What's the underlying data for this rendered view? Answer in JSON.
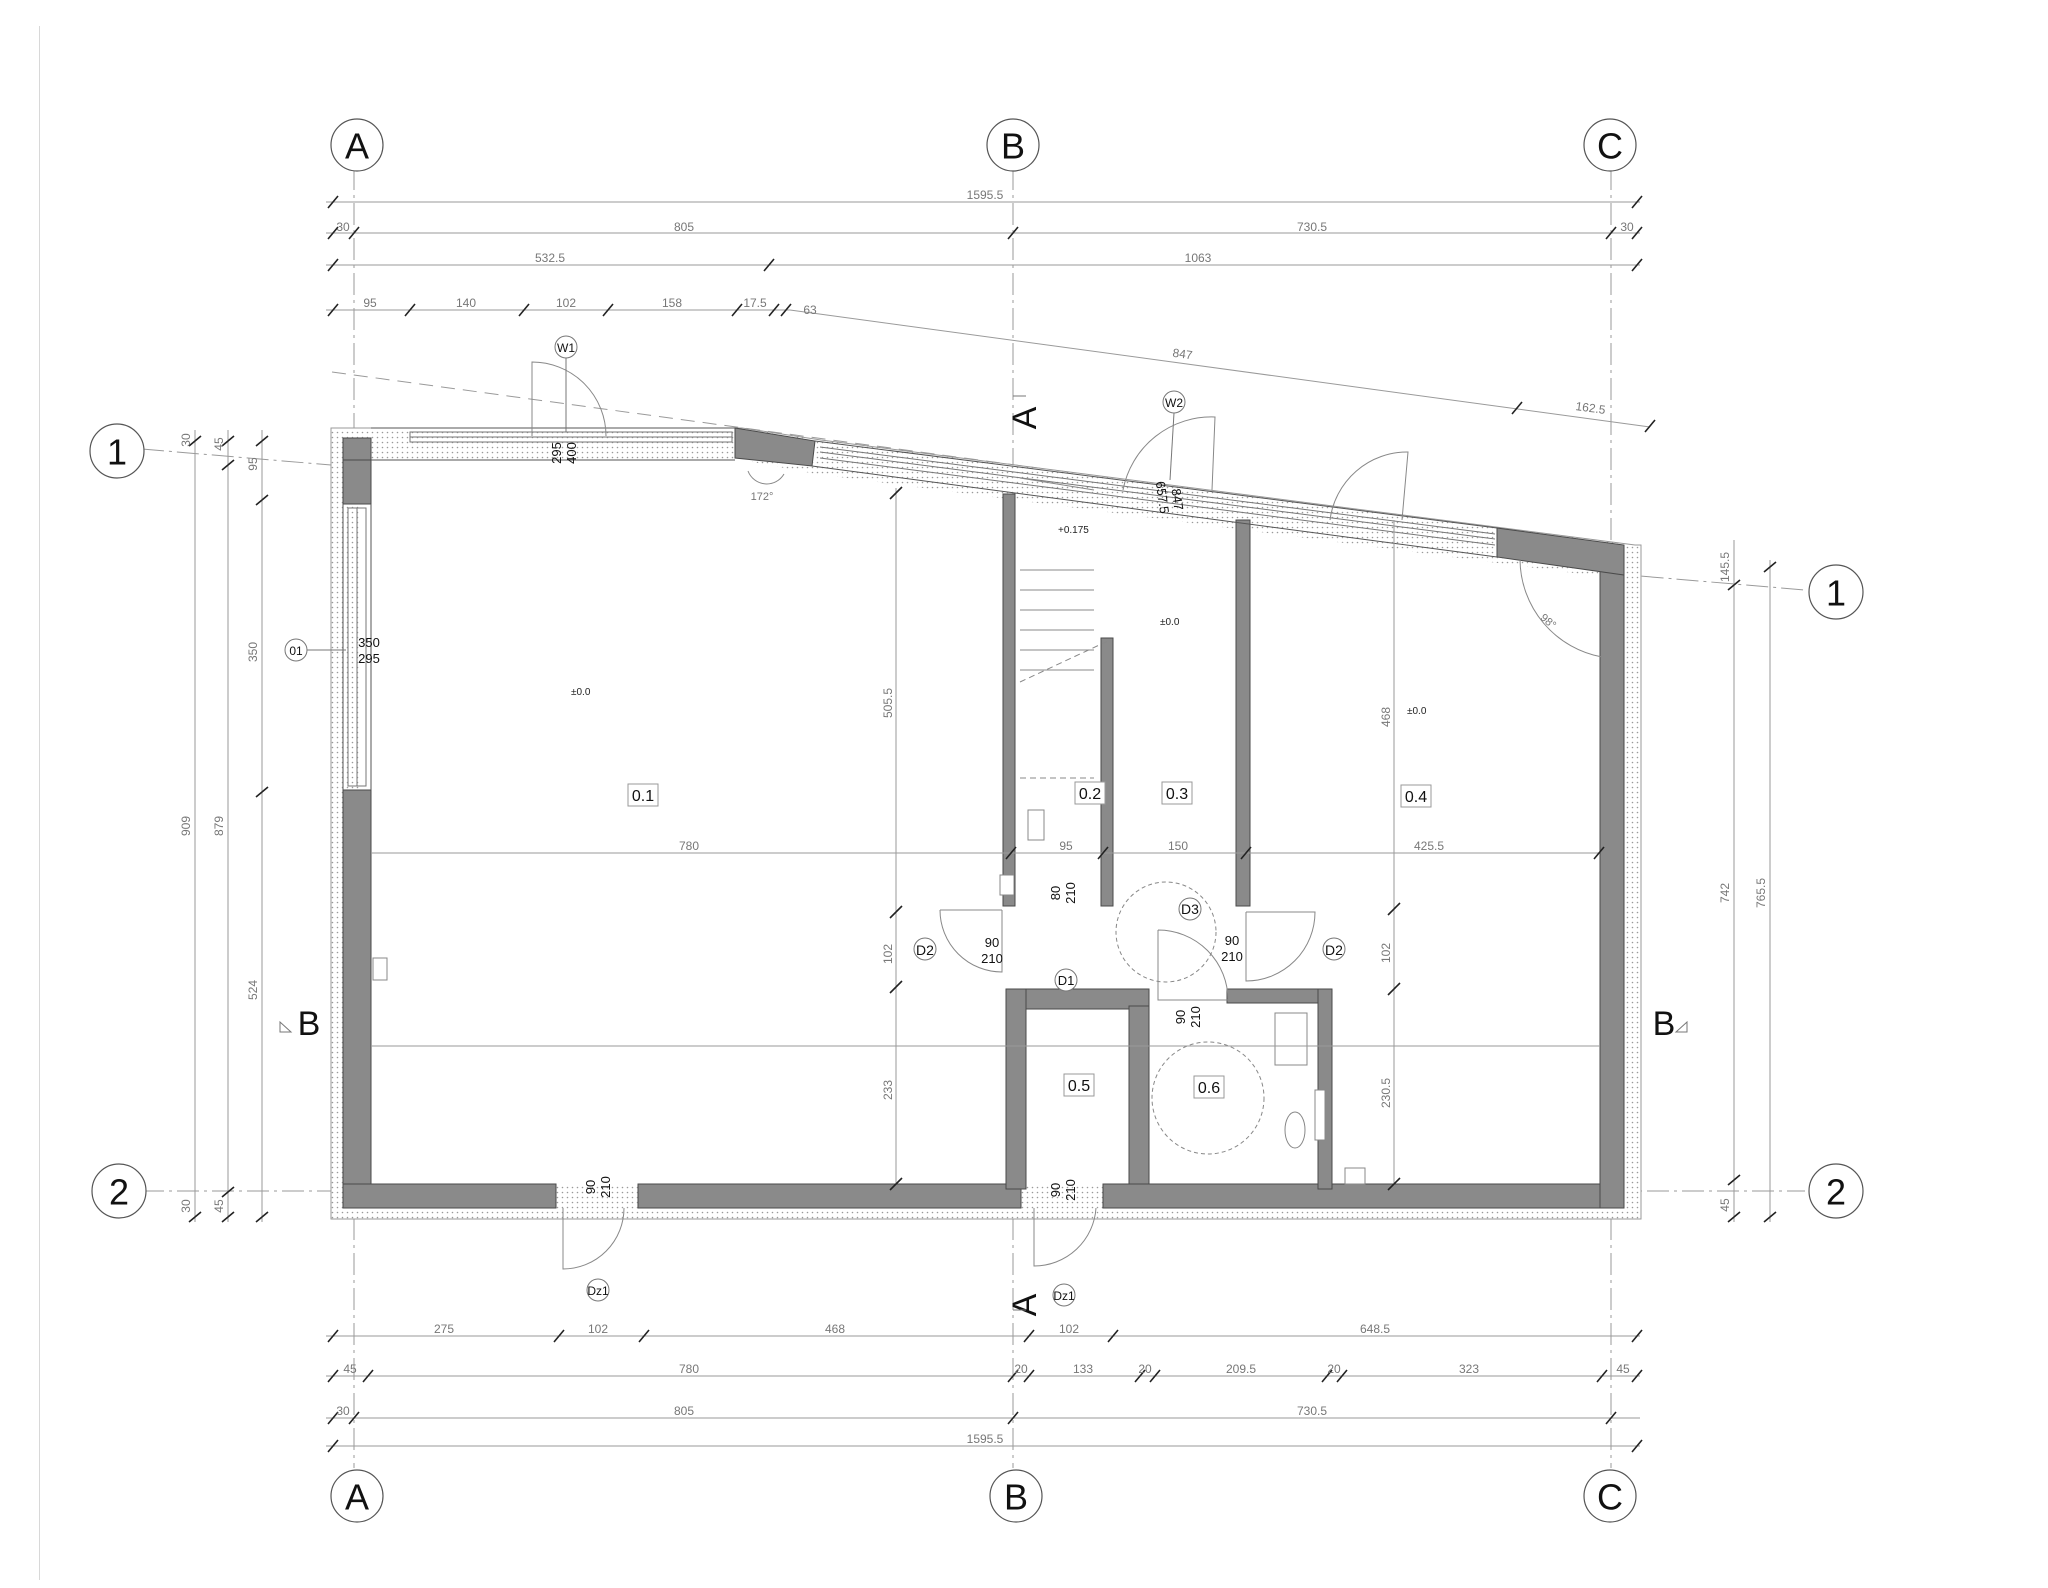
{
  "grid": {
    "columns": [
      "A",
      "B",
      "C"
    ],
    "rows": [
      "1",
      "2"
    ]
  },
  "dimensions": {
    "top": {
      "total": "1595.5",
      "row2": [
        "30",
        "805",
        "730.5",
        "30"
      ],
      "row3": [
        "532.5",
        "1063"
      ],
      "row4": [
        "95",
        "140",
        "102",
        "158",
        "17.5",
        "63"
      ],
      "diagonal": [
        "847",
        "162.5"
      ]
    },
    "bottom": {
      "row1": [
        "275",
        "102",
        "468",
        "102",
        "648.5"
      ],
      "row2": [
        "45",
        "780",
        "20",
        "133",
        "20",
        "209.5",
        "20",
        "323",
        "45"
      ],
      "row3": [
        "30",
        "805",
        "730.5"
      ],
      "total": "1595.5"
    },
    "left": {
      "outer": "909",
      "inner": "879",
      "seg_top": "350",
      "seg_bottom": "524",
      "small": [
        "30",
        "45",
        "95",
        "30",
        "45"
      ]
    },
    "right": {
      "outer": "765.5",
      "inner": "742",
      "small": [
        "145.5",
        "45"
      ]
    },
    "interior": {
      "h780": "780",
      "h95": "95",
      "h150": "150",
      "h425": "425.5",
      "v505": "505.5",
      "v102a": "102",
      "v233": "233",
      "v468": "468",
      "v102b": "102",
      "v230": "230.5"
    }
  },
  "rooms": [
    {
      "id": "0.1",
      "level": "±0.0"
    },
    {
      "id": "0.2"
    },
    {
      "id": "0.3",
      "level": "±0.0"
    },
    {
      "id": "0.4",
      "level": "±0.0"
    },
    {
      "id": "0.5"
    },
    {
      "id": "0.6"
    }
  ],
  "stair_level": "+0.175",
  "openings": {
    "W1": {
      "tag": "W1",
      "w": "400",
      "h": "295"
    },
    "W2": {
      "tag": "W2",
      "a": "847",
      "b": "657.5"
    },
    "O1": {
      "tag": "01",
      "w": "350",
      "h": "295"
    },
    "D1": {
      "tag": "D1",
      "w": "80",
      "h": "210"
    },
    "D2_left": {
      "tag": "D2",
      "w": "90",
      "h": "210"
    },
    "D2_right": {
      "tag": "D2",
      "w": "90",
      "h": "210"
    },
    "D3": {
      "tag": "D3",
      "w": "90",
      "h": "210"
    },
    "Dz1_left": {
      "tag": "Dz1",
      "w": "90",
      "h": "210"
    },
    "Dz1_right": {
      "tag": "Dz1",
      "w": "90",
      "h": "210"
    }
  },
  "angles": {
    "a172": "172°",
    "a98": "98°"
  },
  "sections": {
    "A": "A",
    "B": "B"
  }
}
